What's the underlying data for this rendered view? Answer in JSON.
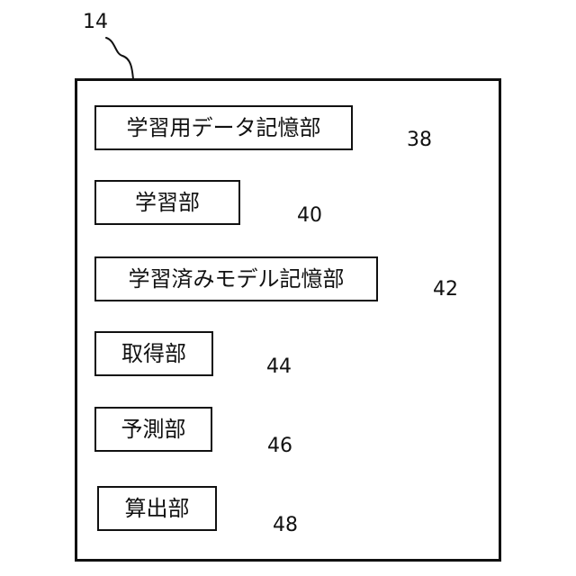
{
  "figure": {
    "container_ref": "14",
    "units": [
      {
        "label": "学習用データ記憶部",
        "ref": "38"
      },
      {
        "label": "学習部",
        "ref": "40"
      },
      {
        "label": "学習済みモデル記憶部",
        "ref": "42"
      },
      {
        "label": "取得部",
        "ref": "44"
      },
      {
        "label": "予測部",
        "ref": "46"
      },
      {
        "label": "算出部",
        "ref": "48"
      }
    ]
  }
}
